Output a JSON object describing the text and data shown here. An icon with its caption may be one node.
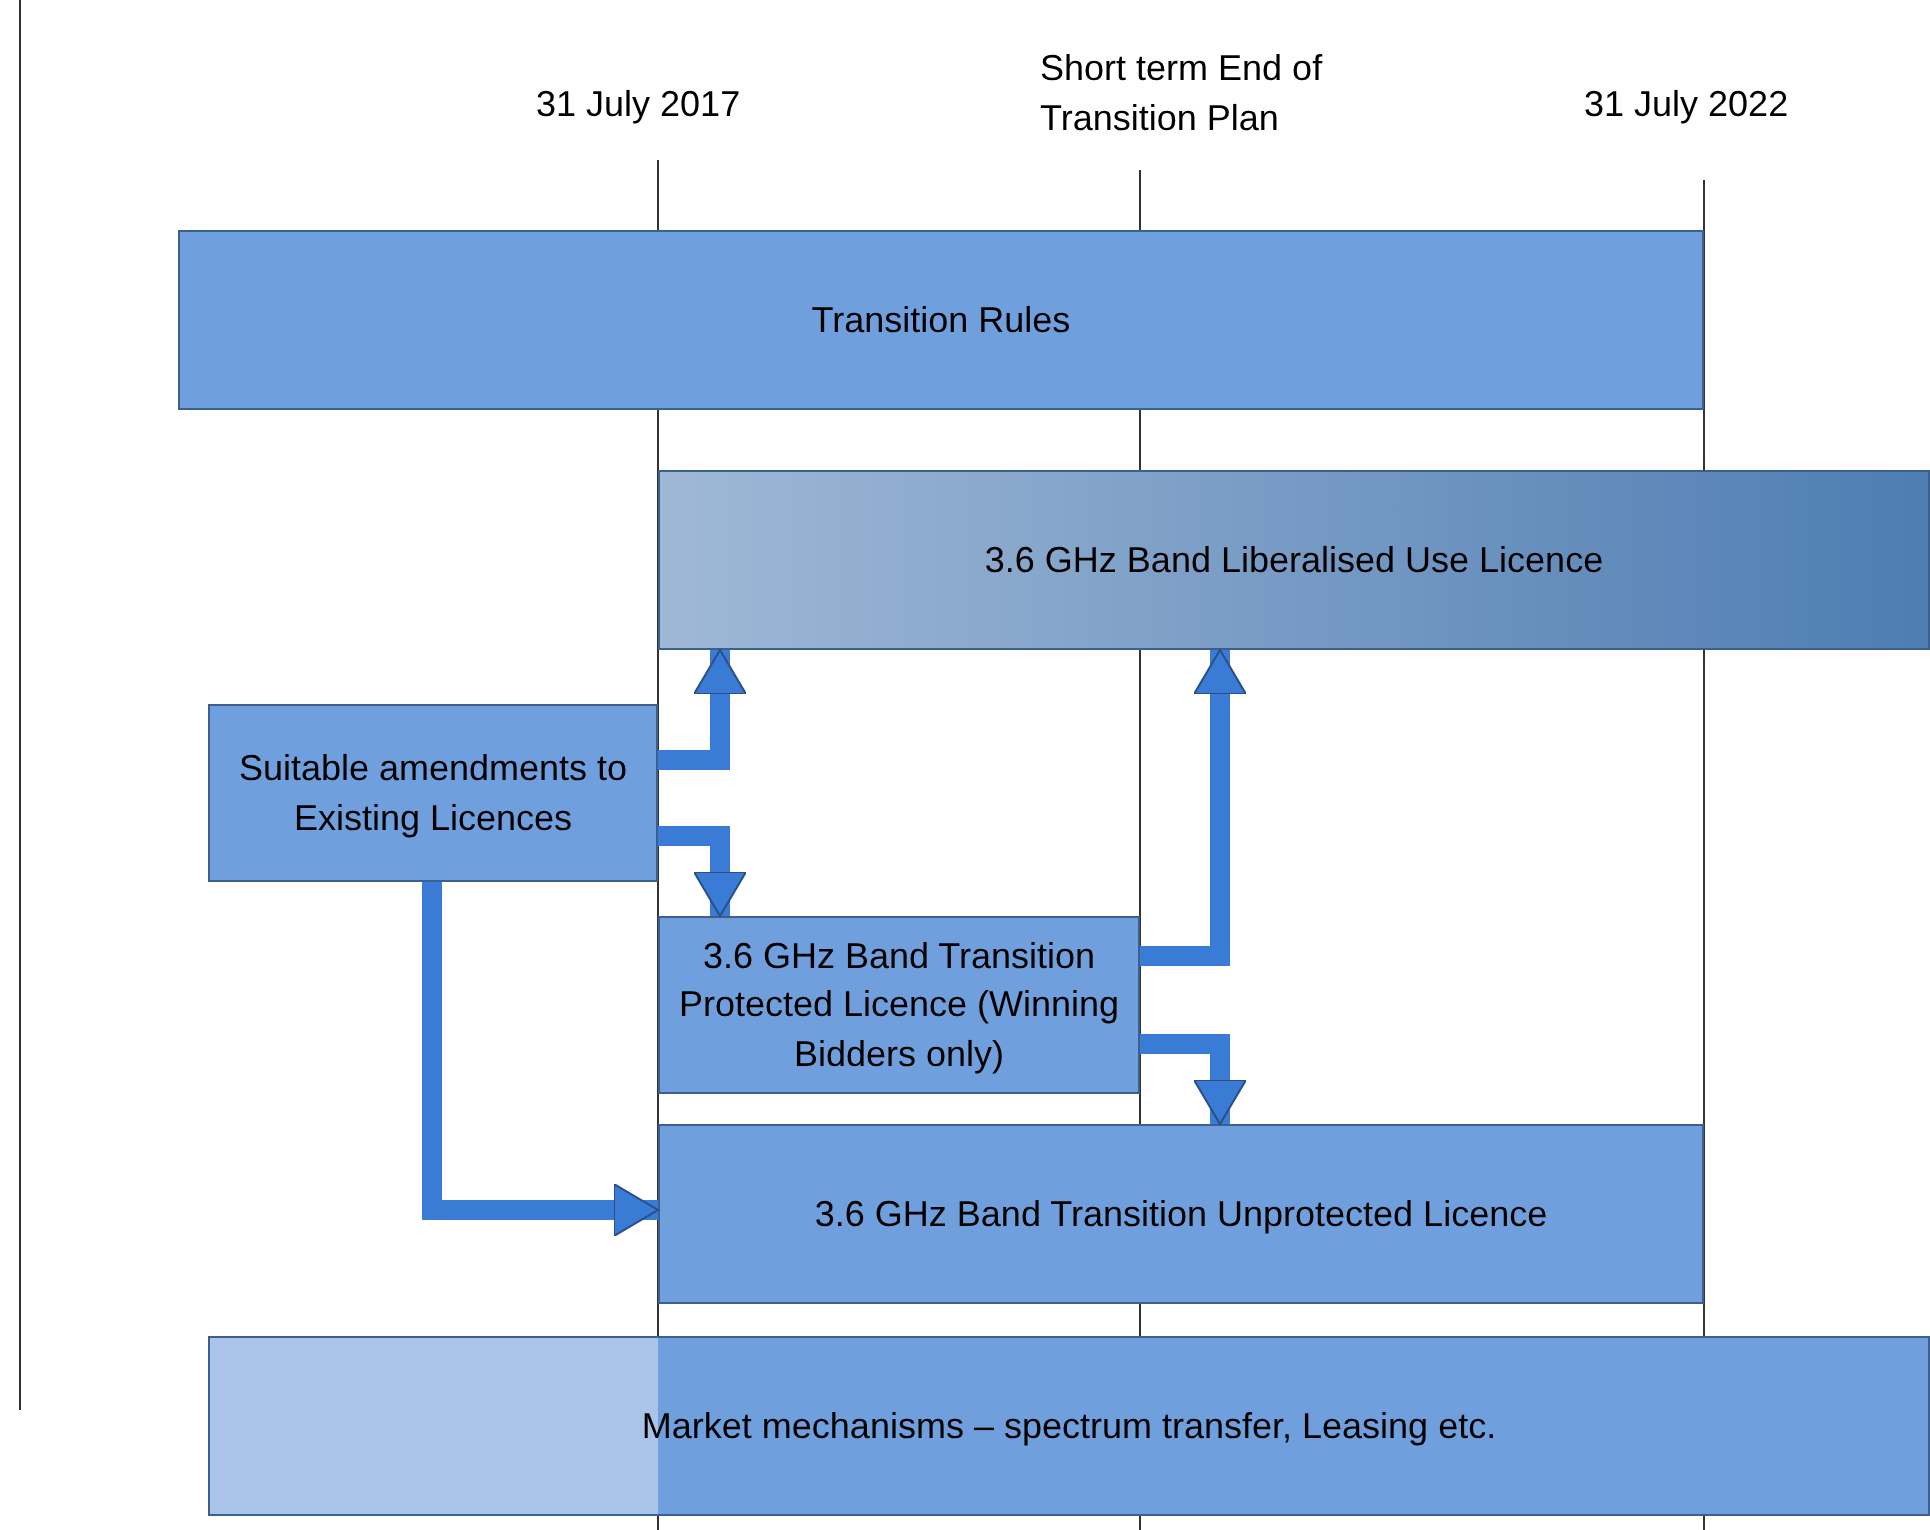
{
  "diagram": {
    "nodes": [
      {
        "text": [
          "Transition Rules"
        ]
      },
      {
        "text": [
          "3.6 GHz Band Liberalised Use Licence"
        ]
      },
      {
        "text": [
          "Suitable amendments to Existing Licences"
        ]
      },
      {
        "text": [
          "3.6 GHz Band Transition Protected Licence (Winning Bidders only)"
        ]
      },
      {
        "text": [
          "3.6 GHz Band Transition Unprotected Licence"
        ]
      },
      {
        "text": [
          "Market mechanisms – spectrum transfer, Leasing etc."
        ]
      }
    ],
    "edges": [
      {
        "from": 2,
        "to": 1,
        "arrow": "to"
      },
      {
        "from": 2,
        "to": 3,
        "arrow": "to"
      },
      {
        "from": 3,
        "to": 1,
        "arrow": "to"
      },
      {
        "from": 3,
        "to": 4,
        "arrow": "to"
      },
      {
        "from": 2,
        "to": 4,
        "arrow": "to"
      }
    ],
    "labels": [
      "31 July 2017",
      "Short term End of Transition Plan",
      "31 July 2022"
    ]
  }
}
